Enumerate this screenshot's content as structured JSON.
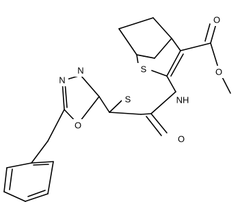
{
  "molecule": {
    "atoms": {
      "sulfur_ring": "S",
      "sulfur_thio": "S",
      "nitrogen_amide": "NH",
      "oxygen_amide": "O",
      "oxygen_ester_carbonyl": "O",
      "oxygen_ester_ether": "O",
      "oxygen_oxadiazole": "O",
      "nitrogen_oxadiazole_1": "N",
      "nitrogen_oxadiazole_2": "N"
    }
  }
}
